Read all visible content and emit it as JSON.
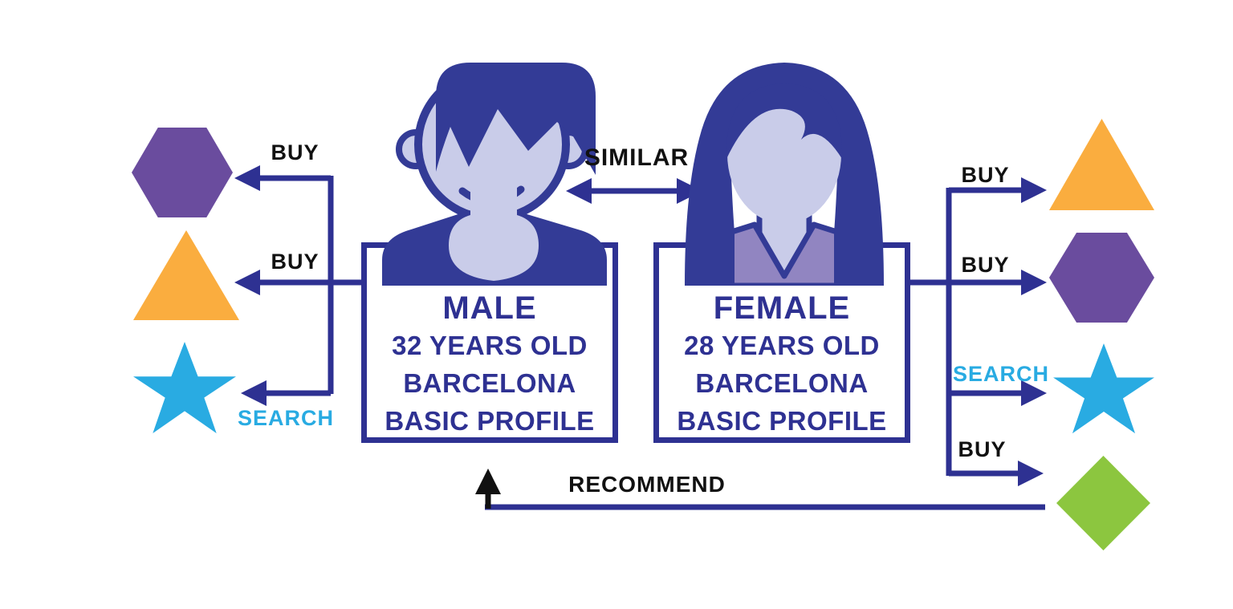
{
  "title": "User similarity recommendation diagram",
  "colors": {
    "primary": "#2E3192",
    "hair": "#333B96",
    "face": "#C9CCE9",
    "female_top": "#9185C1",
    "purple": "#6A4C9E",
    "orange": "#FAAD3F",
    "cyan": "#29ABE2",
    "green": "#8CC63F",
    "text_black": "#111111"
  },
  "relations": {
    "similar": "SIMILAR",
    "recommend": "RECOMMEND"
  },
  "profiles": {
    "male": {
      "title": "MALE",
      "age": "32 YEARS OLD",
      "city": "BARCELONA",
      "profile_type": "BASIC PROFILE"
    },
    "female": {
      "title": "FEMALE",
      "age": "28 YEARS OLD",
      "city": "BARCELONA",
      "profile_type": "BASIC PROFILE"
    }
  },
  "left_panel": {
    "items": [
      {
        "shape": "hexagon",
        "color": "#6A4C9E",
        "action": "BUY"
      },
      {
        "shape": "triangle",
        "color": "#FAAD3F",
        "action": "BUY"
      },
      {
        "shape": "star",
        "color": "#29ABE2",
        "action": "SEARCH"
      }
    ]
  },
  "right_panel": {
    "items": [
      {
        "shape": "triangle",
        "color": "#FAAD3F",
        "action": "BUY"
      },
      {
        "shape": "hexagon",
        "color": "#6A4C9E",
        "action": "BUY"
      },
      {
        "shape": "star",
        "color": "#29ABE2",
        "action": "SEARCH"
      },
      {
        "shape": "diamond",
        "color": "#8CC63F",
        "action": "BUY"
      }
    ]
  }
}
